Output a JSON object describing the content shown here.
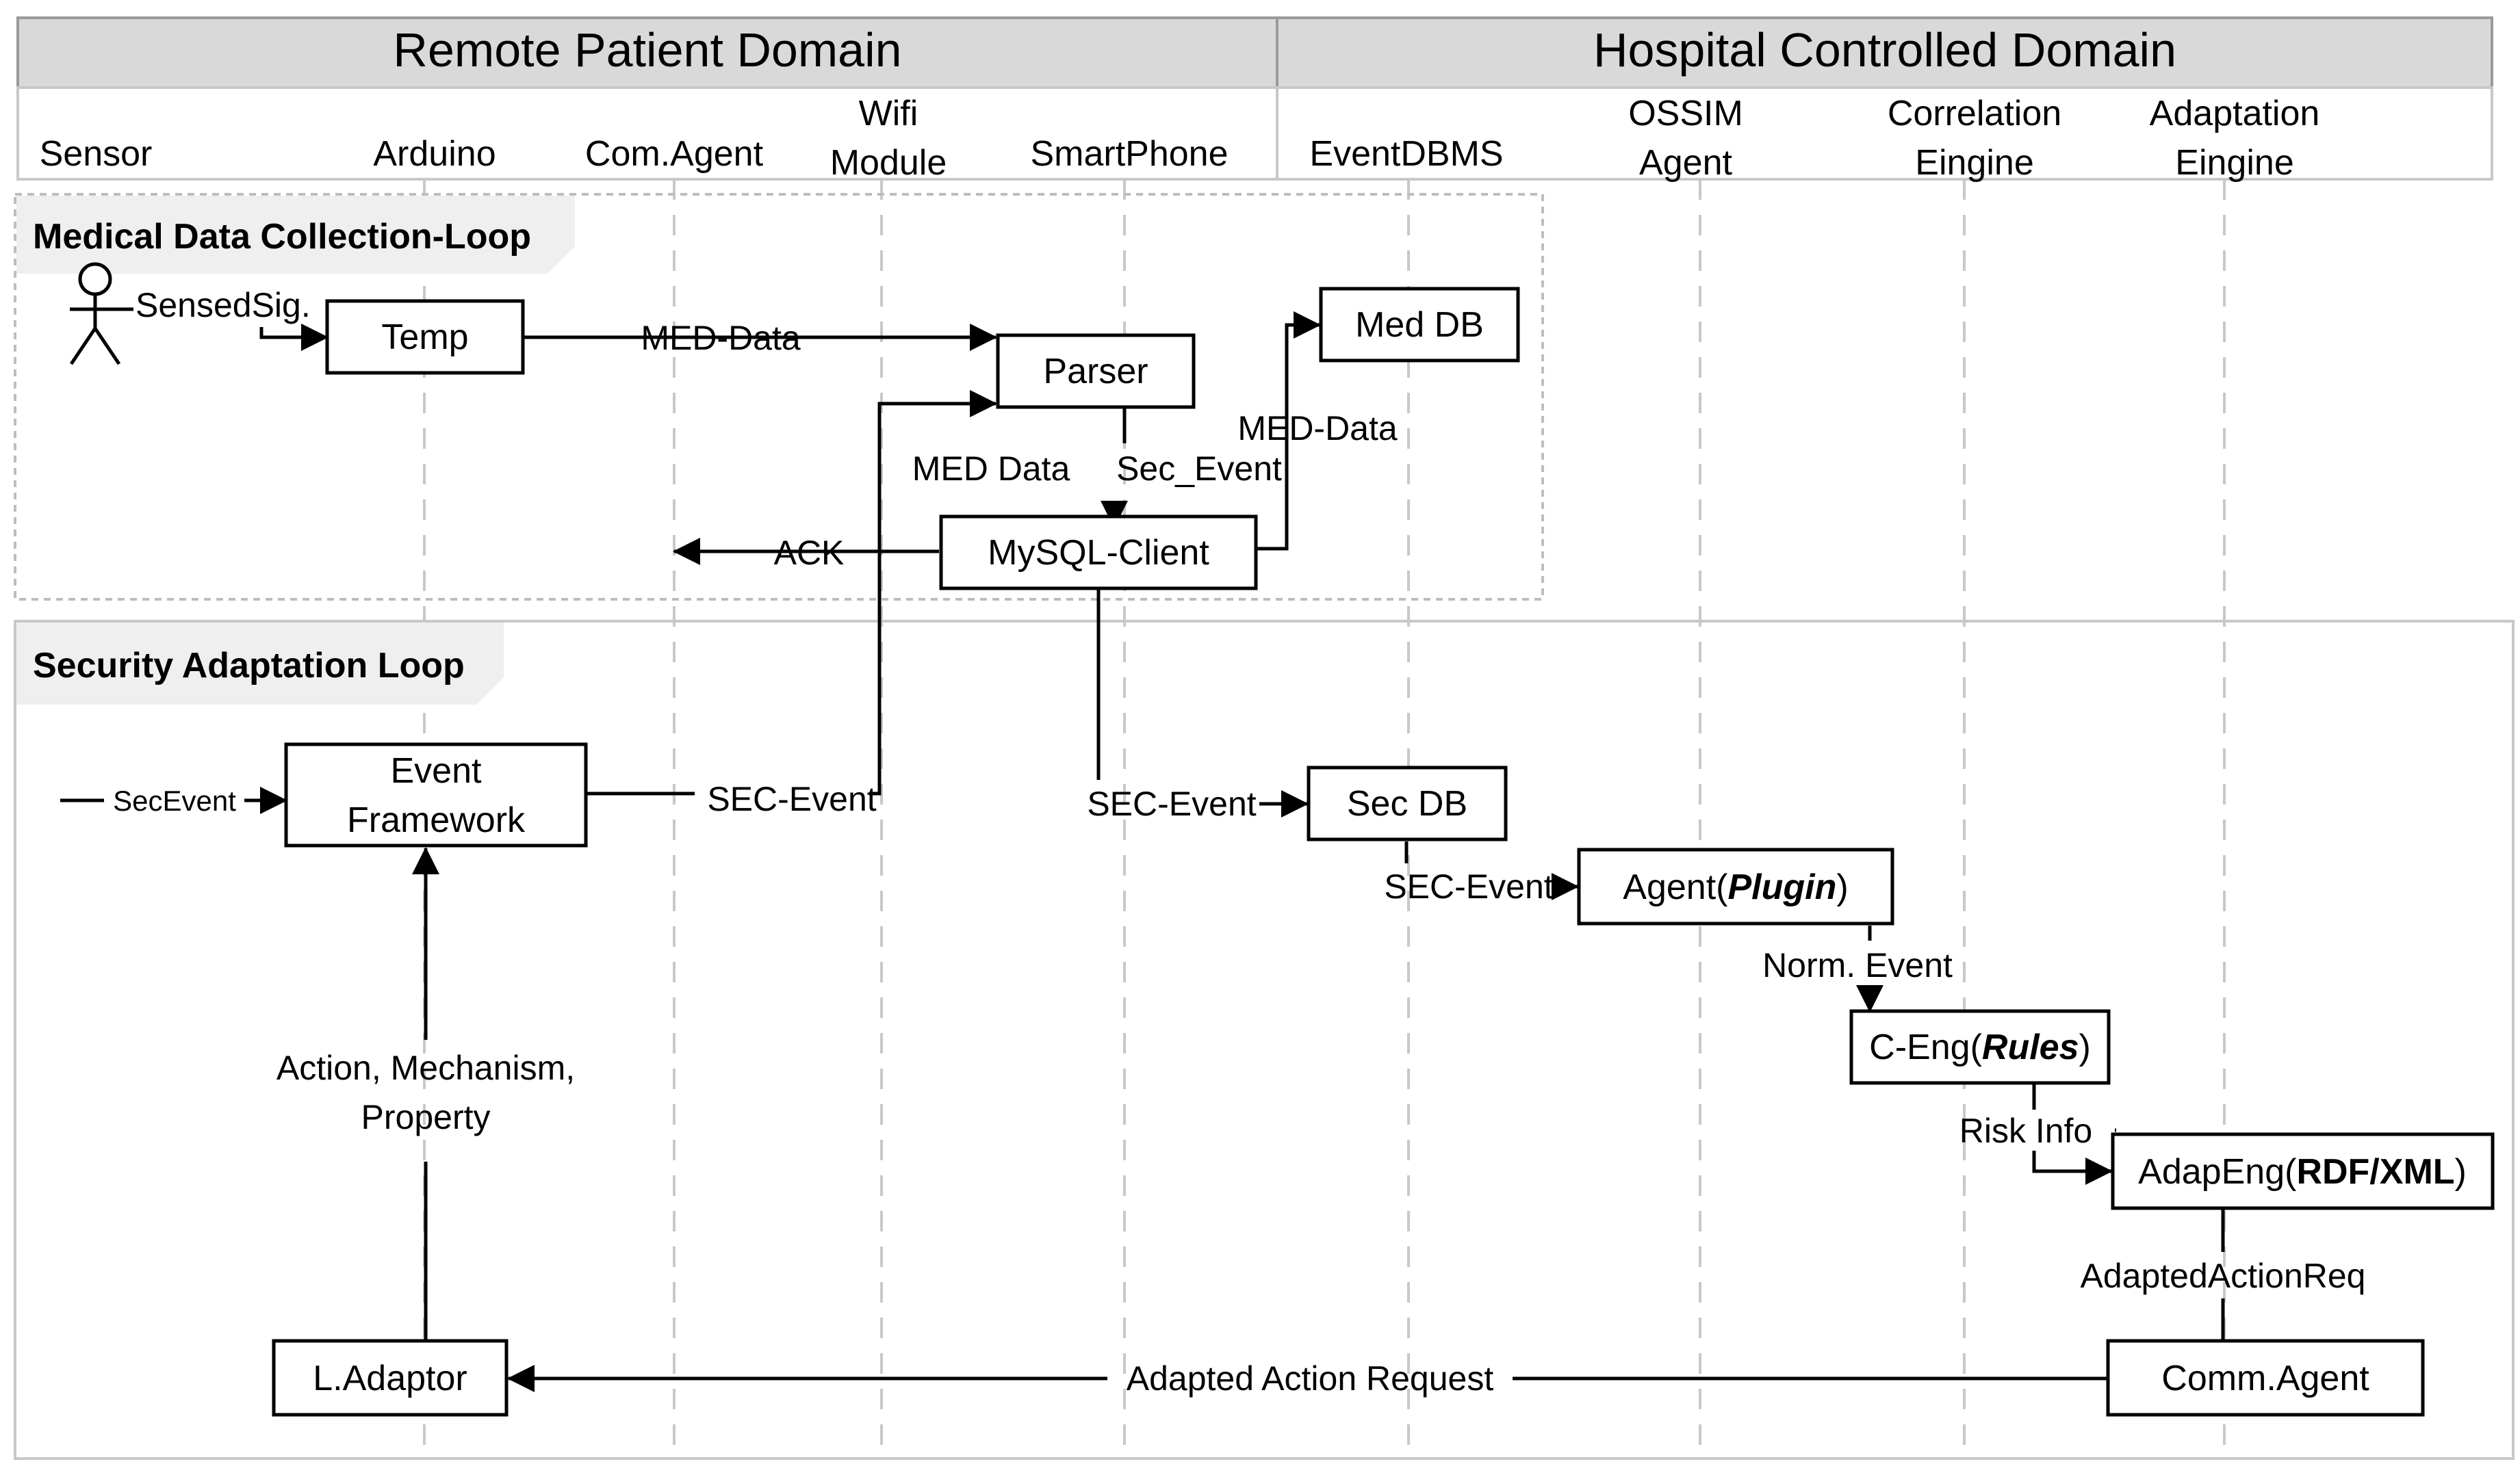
{
  "domains": {
    "remote": "Remote Patient Domain",
    "hospital": "Hospital Controlled Domain"
  },
  "lanes": {
    "sensor": "Sensor",
    "arduino": "Arduino",
    "com_agent": "Com.Agent",
    "wifi_line1": "Wifi",
    "wifi_line2": "Module",
    "smartphone": "SmartPhone",
    "eventdbms": "EventDBMS",
    "ossim_line1": "OSSIM",
    "ossim_line2": "Agent",
    "correlation_line1": "Correlation",
    "correlation_line2": "Eingine",
    "adaptation_line1": "Adaptation",
    "adaptation_line2": "Eingine"
  },
  "loops": {
    "medical": "Medical Data Collection-Loop",
    "security": "Security Adaptation Loop"
  },
  "boxes": {
    "temp": "Temp",
    "parser": "Parser",
    "med_db": "Med DB",
    "mysql_client": "MySQL-Client",
    "event_framework_line1": "Event",
    "event_framework_line2": "Framework",
    "sec_db": "Sec DB",
    "agent_prefix": "Agent(",
    "agent_bold": "Plugin",
    "agent_suffix": ")",
    "ceng_prefix": "C-Eng(",
    "ceng_bold": "Rules",
    "ceng_suffix": ")",
    "adapeng_prefix": "AdapEng(",
    "adapeng_bold": "RDF/XML",
    "adapeng_suffix": ")",
    "comm_agent": "Comm.Agent",
    "l_adaptor": "L.Adaptor"
  },
  "arrows": {
    "sensed_sig": "SensedSig.",
    "med_data_1": "MED-Data",
    "med_data_2": "MED-Data",
    "med_data_3": "MED Data",
    "sec_event_parser": "Sec_Event",
    "ack": "ACK",
    "sec_event_in": "SecEvent",
    "sec_event_ef": "SEC-Event",
    "sec_event_secdb": "SEC-Event",
    "sec_event_agent": "SEC-Event",
    "norm_event": "Norm. Event",
    "risk_info": "Risk Info",
    "adapted_action_req": "AdaptedActionReq",
    "adapted_action_request": "Adapted Action Request",
    "action_line1": "Action, Mechanism,",
    "action_line2": "Property"
  },
  "colors": {
    "header_fill": "#d9d9d9",
    "loop_tab_fill": "#efefef",
    "lifeline": "#c8c8c8",
    "frame": "#bfbfbf",
    "stroke": "#000000"
  }
}
